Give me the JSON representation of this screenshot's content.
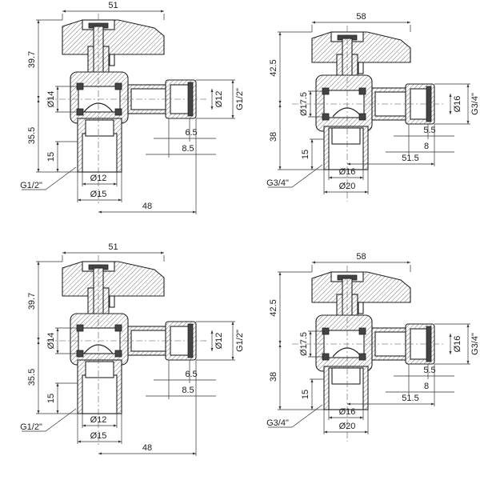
{
  "drawings": [
    {
      "id": "valve-half-inch-top",
      "dims": {
        "width": "51",
        "height_top": "39.7",
        "height_bottom": "35.5",
        "thread_len": "15",
        "ball_dia": "Ø14",
        "outlet_dia": "Ø12",
        "outlet_thread": "G1/2\"",
        "nut1": "6.5",
        "nut2": "8.5",
        "tail_inner": "Ø12",
        "tail_outer": "Ø15",
        "reach": "48",
        "tail_thread": "G1/2\""
      }
    },
    {
      "id": "valve-three-quarter-top",
      "dims": {
        "width": "58",
        "height_top": "42.5",
        "height_bottom": "38",
        "thread_len": "15",
        "ball_dia": "Ø17.5",
        "outlet_dia": "Ø16",
        "outlet_thread": "G3/4\"",
        "nut1": "5.5",
        "nut2": "8",
        "tail_inner": "Ø16",
        "tail_outer": "Ø20",
        "reach": "51.5",
        "tail_thread": "G3/4\""
      }
    },
    {
      "id": "valve-half-inch-bottom",
      "dims": {
        "width": "51",
        "height_top": "39.7",
        "height_bottom": "35.5",
        "thread_len": "15",
        "ball_dia": "Ø14",
        "outlet_dia": "Ø12",
        "outlet_thread": "G1/2\"",
        "nut1": "6.5",
        "nut2": "8.5",
        "tail_inner": "Ø12",
        "tail_outer": "Ø15",
        "reach": "48",
        "tail_thread": "G1/2\""
      }
    },
    {
      "id": "valve-three-quarter-bottom",
      "dims": {
        "width": "58",
        "height_top": "42.5",
        "height_bottom": "38",
        "thread_len": "15",
        "ball_dia": "Ø17.5",
        "outlet_dia": "Ø16",
        "outlet_thread": "G3/4\"",
        "nut1": "5.5",
        "nut2": "8",
        "tail_inner": "Ø16",
        "tail_outer": "Ø20",
        "reach": "51.5",
        "tail_thread": "G3/4\""
      }
    }
  ]
}
